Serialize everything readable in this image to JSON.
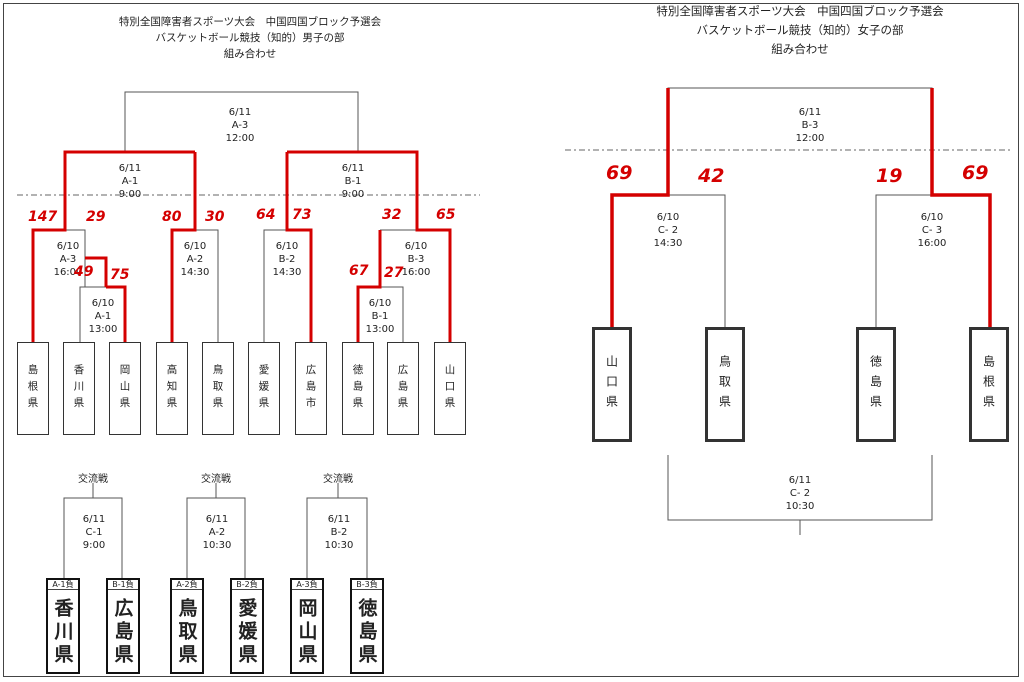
{
  "men": {
    "title": [
      "特別全国障害者スポーツ大会　中国四国ブロック予選会",
      "バスケットボール競技（知的）男子の部",
      "組み合わせ"
    ],
    "teams": [
      "島根県",
      "香川県",
      "岡山県",
      "高知県",
      "鳥取県",
      "愛媛県",
      "広島市",
      "徳島県",
      "広島県",
      "山口県"
    ],
    "matches": {
      "A1b": [
        "6/10",
        "A-1",
        "13:00"
      ],
      "A3": [
        "6/10",
        "A-3",
        "16:00"
      ],
      "A2": [
        "6/10",
        "A-2",
        "14:30"
      ],
      "B2": [
        "6/10",
        "B-2",
        "14:30"
      ],
      "B1b": [
        "6/10",
        "B-1",
        "13:00"
      ],
      "B3": [
        "6/10",
        "B-3",
        "16:00"
      ],
      "A1f": [
        "6/11",
        "A-1",
        "9:00"
      ],
      "B1f": [
        "6/11",
        "B-1",
        "9:00"
      ],
      "A3f": [
        "6/11",
        "A-3",
        "12:00"
      ]
    },
    "scores": {
      "s147": "147",
      "s29": "29",
      "s49": "49",
      "s75": "75",
      "s80": "80",
      "s30": "30",
      "s64": "64",
      "s73": "73",
      "s32": "32",
      "s65": "65",
      "s67": "67",
      "s27": "27"
    },
    "exchange": {
      "label": "交流戦",
      "games": [
        {
          "date": "6/11",
          "code": "C-1",
          "time": "9:00",
          "left": {
            "tag": "A-1負",
            "name": "香川県"
          },
          "right": {
            "tag": "B-1負",
            "name": "広島県"
          }
        },
        {
          "date": "6/11",
          "code": "A-2",
          "time": "10:30",
          "left": {
            "tag": "A-2負",
            "name": "鳥取県"
          },
          "right": {
            "tag": "B-2負",
            "name": "愛媛県"
          }
        },
        {
          "date": "6/11",
          "code": "B-2",
          "time": "10:30",
          "left": {
            "tag": "A-3負",
            "name": "岡山県"
          },
          "right": {
            "tag": "B-3負",
            "name": "徳島県"
          }
        }
      ]
    }
  },
  "women": {
    "title": [
      "特別全国障害者スポーツ大会　中国四国ブロック予選会",
      "バスケットボール競技（知的）女子の部",
      "組み合わせ"
    ],
    "teams": [
      "山口県",
      "鳥取県",
      "徳島県",
      "島根県"
    ],
    "matches": {
      "C2": [
        "6/10",
        "C- 2",
        "14:30"
      ],
      "C3": [
        "6/10",
        "C- 3",
        "16:00"
      ],
      "B3": [
        "6/11",
        "B-3",
        "12:00"
      ],
      "C2b": [
        "6/11",
        "C- 2",
        "10:30"
      ]
    },
    "scores": {
      "s69a": "69",
      "s42": "42",
      "s19": "19",
      "s69b": "69"
    }
  },
  "colors": {
    "winner_line": "#d40000",
    "line": "#555555"
  }
}
